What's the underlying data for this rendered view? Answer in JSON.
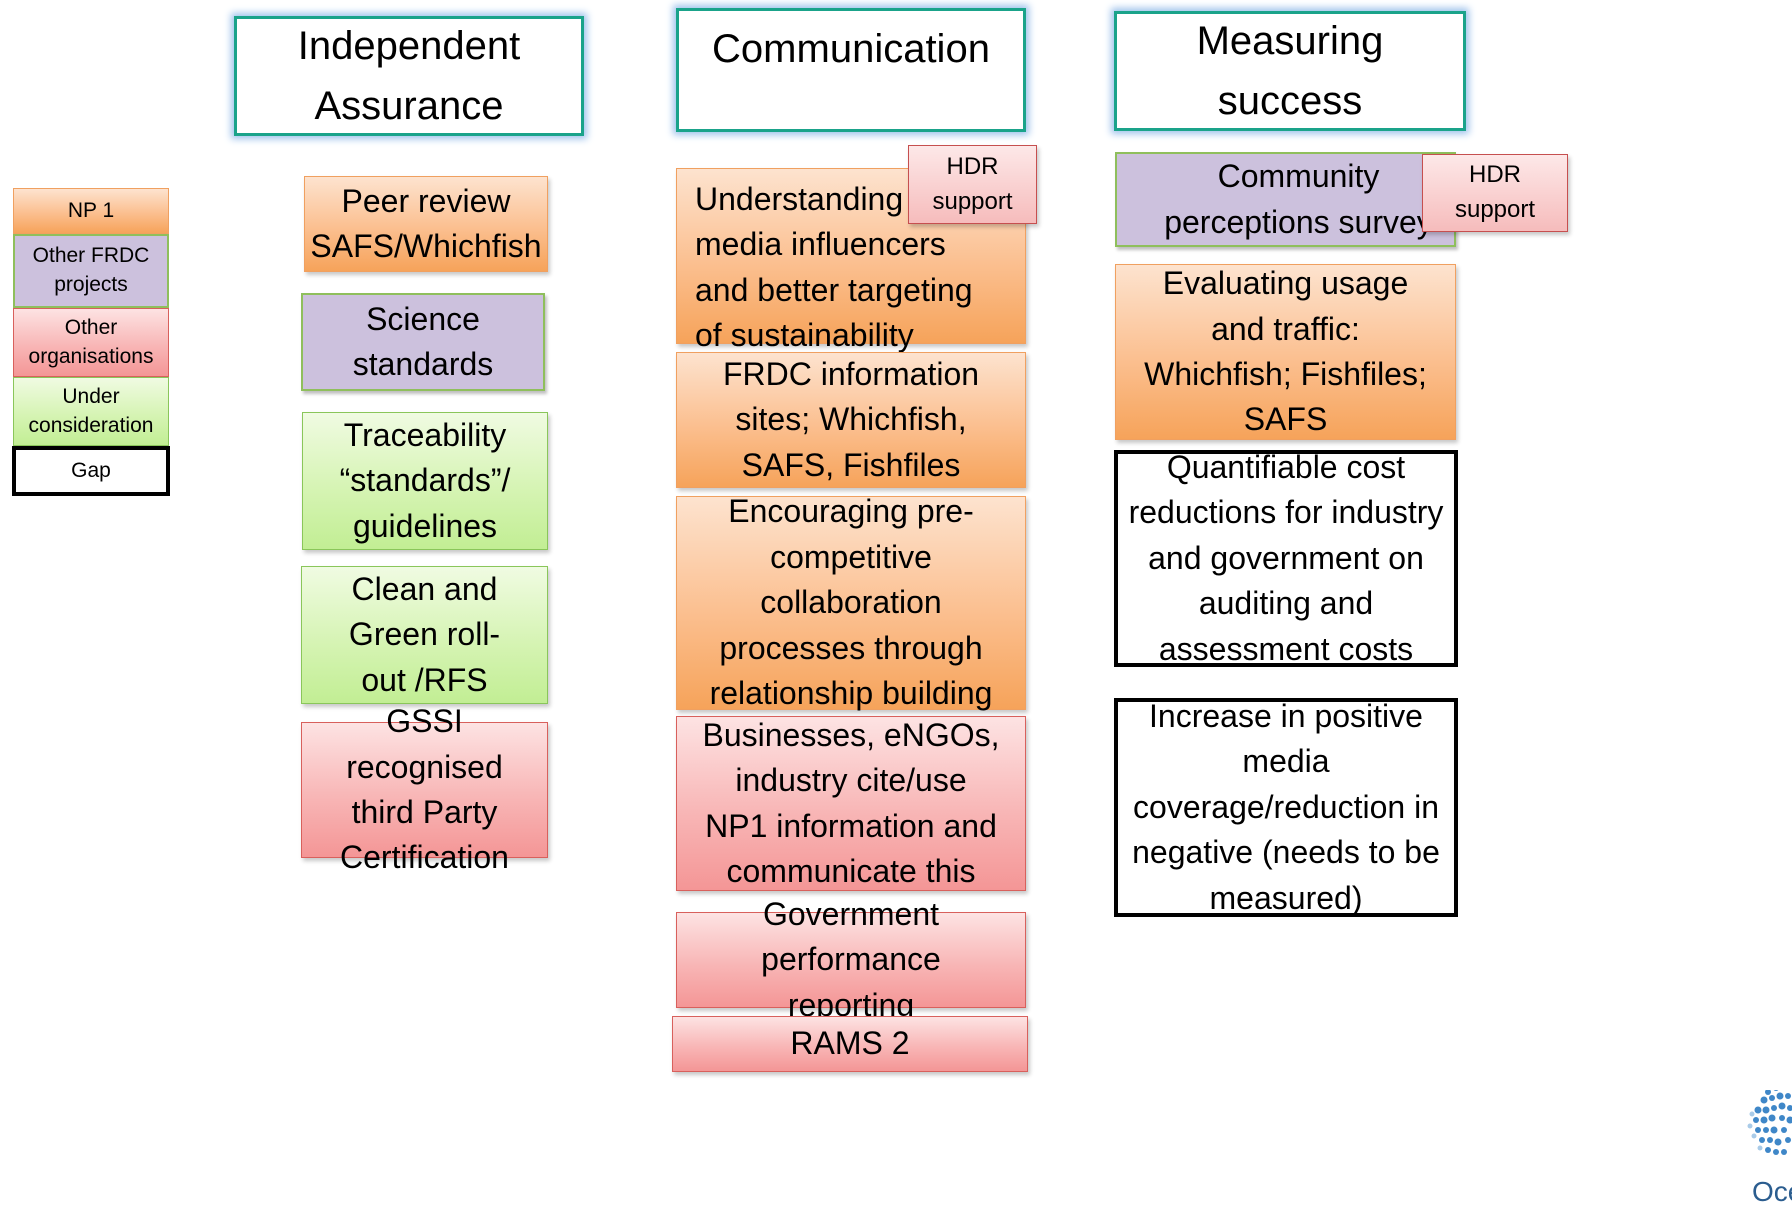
{
  "legend": {
    "np1": "NP 1",
    "other_frdc": "Other FRDC projects",
    "other_orgs": "Other organisations",
    "under_consideration": "Under consideration",
    "gap": "Gap"
  },
  "columns": {
    "independent_assurance": {
      "header": "Independent Assurance",
      "items": [
        "Peer review SAFS/Whichfish",
        "Science standards",
        "Traceability “standards”/ guidelines",
        "Clean and Green roll-out /RFS",
        "GSSI recognised third Party Certification"
      ]
    },
    "communication": {
      "header": "Communication",
      "items": [
        "Understanding key media influencers and better targeting of sustainability messages",
        "FRDC  information sites; Whichfish, SAFS, Fishfiles",
        "Encouraging pre-competitive collaboration processes through relationship building",
        "Businesses, eNGOs, industry cite/use NP1 information and communicate this",
        "Government performance reporting",
        "RAMS 2"
      ],
      "badge": "HDR support"
    },
    "measuring_success": {
      "header": "Measuring success",
      "items": [
        "Community perceptions survey",
        "Evaluating usage and traffic: Whichfish; Fishfiles; SAFS",
        "Quantifiable cost reductions for industry and government  on auditing and assessment costs",
        "Increase in positive media coverage/reduction in negative (needs to be measured)"
      ],
      "badge": "HDR support"
    }
  },
  "logo": {
    "text": "Ocea"
  },
  "colors": {
    "np1": "#fbbf8f",
    "other_frdc": "#ccc1dd",
    "other_orgs": "#f8b6b6",
    "under_consideration": "#d6f4b4",
    "gap": "#ffffff",
    "header_border": "#1aa38a"
  }
}
